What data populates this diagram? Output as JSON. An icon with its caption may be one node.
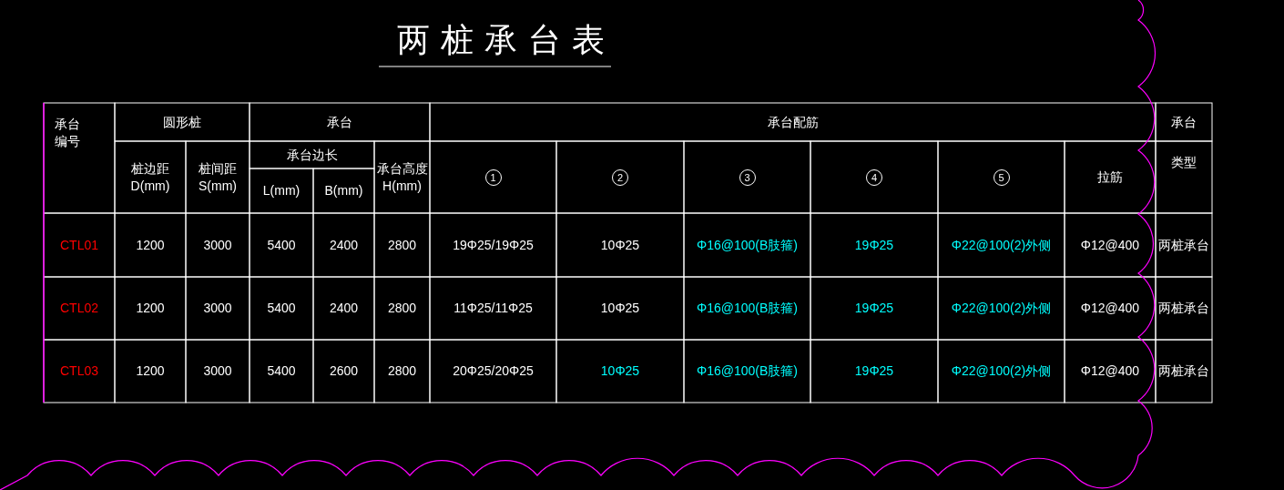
{
  "diagram": {
    "title": "两桩承台表",
    "labels": [
      "承台编号",
      "圆形桩",
      "承台",
      "承台配筋",
      "承台",
      "类型",
      "桩边距",
      "D(mm)",
      "桩间距",
      "S(mm)",
      "承台边长",
      "承台高度",
      "H(mm)",
      "1",
      "2",
      "3",
      "4",
      "5",
      "拉筋",
      "L(mm)",
      "B(mm)",
      "CTL01",
      "1200",
      "3000",
      "5400",
      "2400",
      "2800",
      "19Φ25/19Φ25",
      "10Φ25",
      "Φ16@100(B肢箍)",
      "19Φ25",
      "Φ22@100(2)外侧",
      "Φ12@400",
      "两桩承台",
      "CTL02",
      "1200",
      "3000",
      "5400",
      "2400",
      "2800",
      "11Φ25/11Φ25",
      "10Φ25",
      "Φ16@100(B肢箍)",
      "19Φ25",
      "Φ22@100(2)外侧",
      "Φ12@400",
      "两桩承台",
      "CTL03",
      "1200",
      "3000",
      "5400",
      "2600",
      "2800",
      "20Φ25/20Φ25",
      "10Φ25",
      "Φ16@100(B肢箍)",
      "19Φ25",
      "Φ22@100(2)外侧",
      "Φ12@400",
      "两桩承台"
    ]
  }
}
